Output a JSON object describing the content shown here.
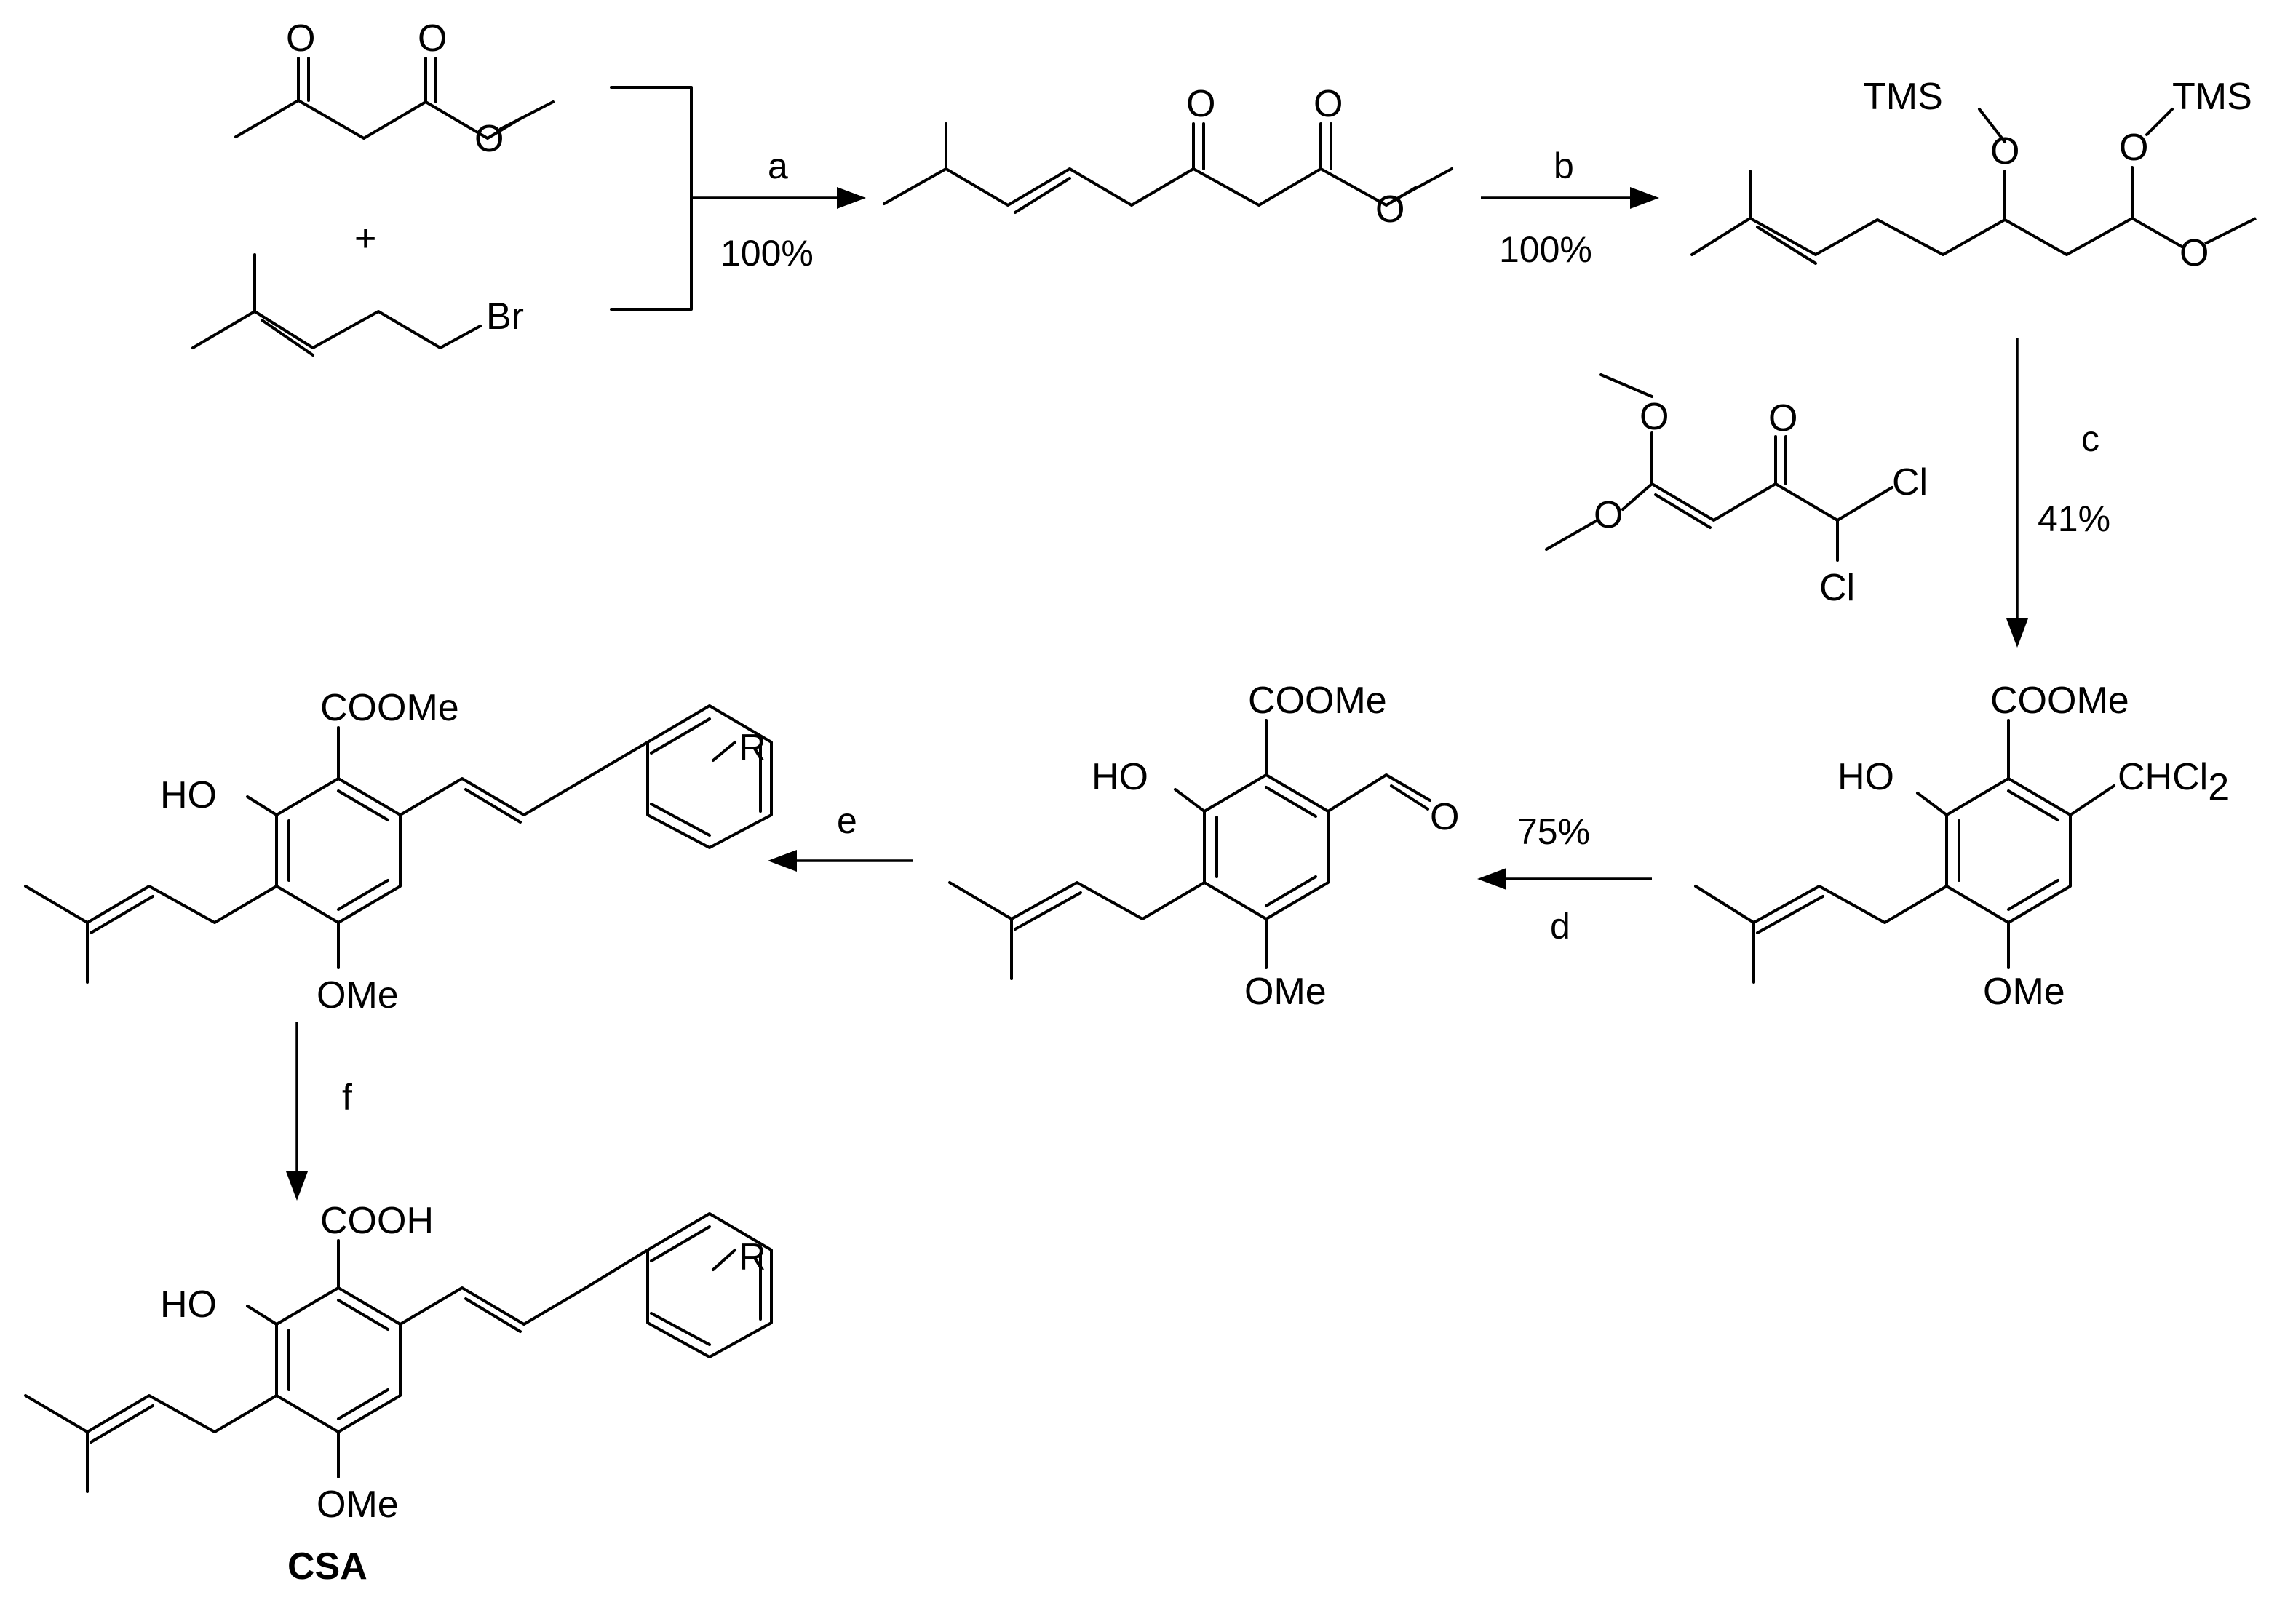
{
  "scheme": {
    "reagents": {
      "ketoester_o_ketone": "O",
      "ketoester_o_carbonyl": "O",
      "ketoester_o_ether": "O",
      "plus": "+",
      "bromide_br": "Br"
    },
    "alkylated_ketoester": {
      "o_ketone": "O",
      "o_carbonyl": "O",
      "o_ether": "O"
    },
    "silyl_intermediate": {
      "tms_left": "TMS",
      "o_left": "O",
      "tms_right": "TMS",
      "o_right_upper": "O",
      "o_right_lower": "O"
    },
    "diene_reagent": {
      "o_top": "O",
      "o_left": "O",
      "o_ketone": "O",
      "cl_right": "Cl",
      "cl_bottom": "Cl"
    },
    "dichloromethyl_arene": {
      "coome": "COOMe",
      "ho": "HO",
      "chcl": "CHCl",
      "chcl_sub": "2",
      "ome": "OMe"
    },
    "aldehyde_arene": {
      "coome": "COOMe",
      "ho": "HO",
      "o_aldehyde": "O",
      "ome": "OMe"
    },
    "stilbene_ester": {
      "coome": "COOMe",
      "ho": "HO",
      "r": "R",
      "ome": "OMe"
    },
    "stilbene_acid": {
      "cooh": "COOH",
      "ho": "HO",
      "r": "R",
      "ome": "OMe",
      "name": "CSA"
    },
    "steps": {
      "a": {
        "label": "a",
        "yield": "100%"
      },
      "b": {
        "label": "b",
        "yield": "100%"
      },
      "c": {
        "label": "c",
        "yield": "41%"
      },
      "d": {
        "label": "d",
        "yield": "75%"
      },
      "e": {
        "label": "e"
      },
      "f": {
        "label": "f"
      }
    }
  }
}
